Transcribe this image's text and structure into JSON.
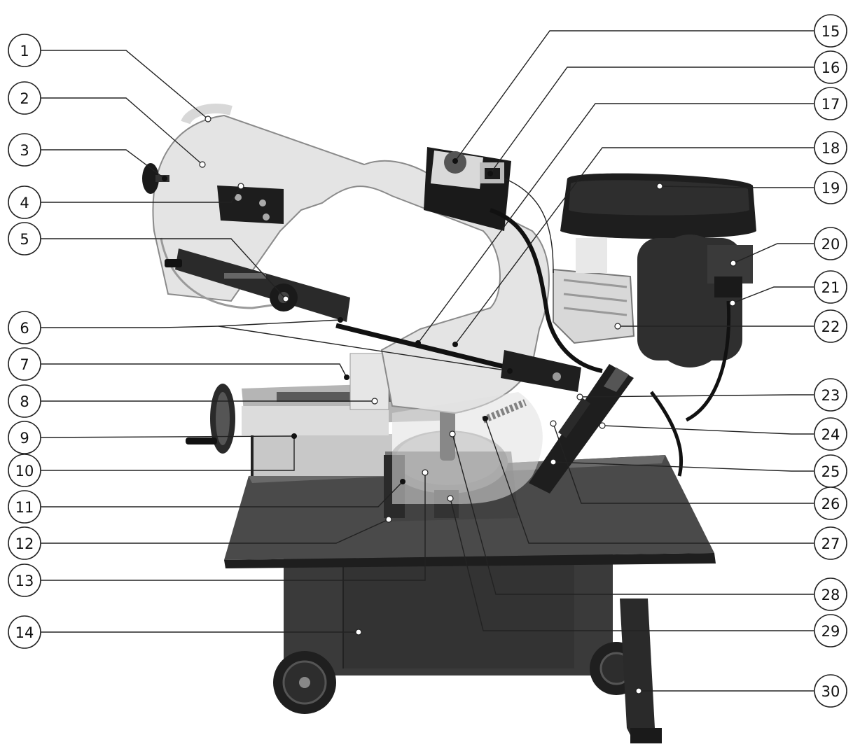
{
  "figure": {
    "description_colors": {
      "background": "#ffffff",
      "line": "#222222",
      "machine_light": "#e6e6e6",
      "machine_mid": "#9a9a9a",
      "machine_dark": "#3a3a3a",
      "machine_black": "#1a1a1a"
    }
  },
  "callouts": [
    {
      "label": "1"
    },
    {
      "label": "2"
    },
    {
      "label": "3"
    },
    {
      "label": "4"
    },
    {
      "label": "5"
    },
    {
      "label": "6"
    },
    {
      "label": "7"
    },
    {
      "label": "8"
    },
    {
      "label": "9"
    },
    {
      "label": "10"
    },
    {
      "label": "11"
    },
    {
      "label": "12"
    },
    {
      "label": "13"
    },
    {
      "label": "14"
    },
    {
      "label": "15"
    },
    {
      "label": "16"
    },
    {
      "label": "17"
    },
    {
      "label": "18"
    },
    {
      "label": "19"
    },
    {
      "label": "20"
    },
    {
      "label": "21"
    },
    {
      "label": "22"
    },
    {
      "label": "23"
    },
    {
      "label": "24"
    },
    {
      "label": "25"
    },
    {
      "label": "26"
    },
    {
      "label": "27"
    },
    {
      "label": "28"
    },
    {
      "label": "29"
    },
    {
      "label": "30"
    }
  ]
}
